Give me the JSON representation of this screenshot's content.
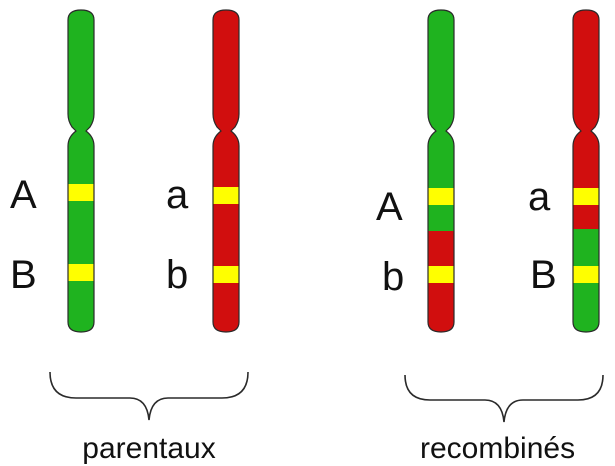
{
  "colors": {
    "green": "#1fb31f",
    "red": "#d10e0e",
    "locus": "#ffff00",
    "outline": "#2a2a2a"
  },
  "chromosomes": [
    {
      "segments": [
        "green"
      ],
      "labels": [
        "A",
        "B"
      ]
    },
    {
      "segments": [
        "red"
      ],
      "labels": [
        "a",
        "b"
      ]
    },
    {
      "segments": [
        "green",
        "red"
      ],
      "labels": [
        "A",
        "b"
      ]
    },
    {
      "segments": [
        "red",
        "green"
      ],
      "labels": [
        "a",
        "B"
      ]
    }
  ],
  "groups": {
    "parental": "parentaux",
    "recombinant": "recombinés"
  }
}
